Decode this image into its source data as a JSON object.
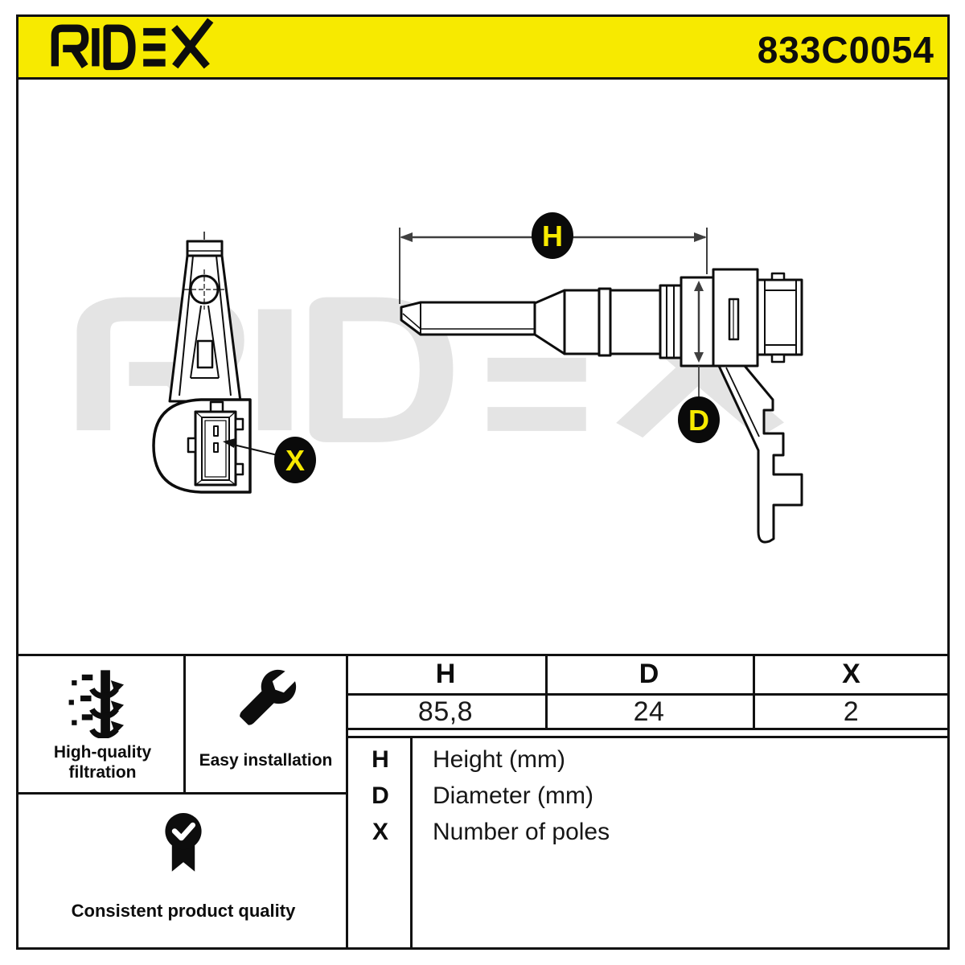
{
  "header": {
    "brand_logo": "RIDEX",
    "part_number": "833C0054"
  },
  "colors": {
    "brand_yellow": "#F7EA00",
    "ink": "#111111",
    "watermark_gray": "#E4E4E4",
    "dimension_gray": "#3F3F3F"
  },
  "diagram": {
    "watermark_text": "RIDEX",
    "labels": {
      "height": "H",
      "diameter": "D",
      "poles": "X"
    }
  },
  "spec_table": {
    "columns": [
      "H",
      "D",
      "X"
    ],
    "values": [
      "85,8",
      "24",
      "2"
    ]
  },
  "legend": {
    "items": [
      {
        "key": "H",
        "description": "Height (mm)"
      },
      {
        "key": "D",
        "description": "Diameter (mm)"
      },
      {
        "key": "X",
        "description": "Number of poles"
      }
    ]
  },
  "features": {
    "items": [
      {
        "icon": "filter-arrows-icon",
        "label": "High-quality filtration"
      },
      {
        "icon": "wrench-icon",
        "label": "Easy installation"
      },
      {
        "icon": "medal-check-icon",
        "label": "Consistent product quality"
      }
    ]
  }
}
